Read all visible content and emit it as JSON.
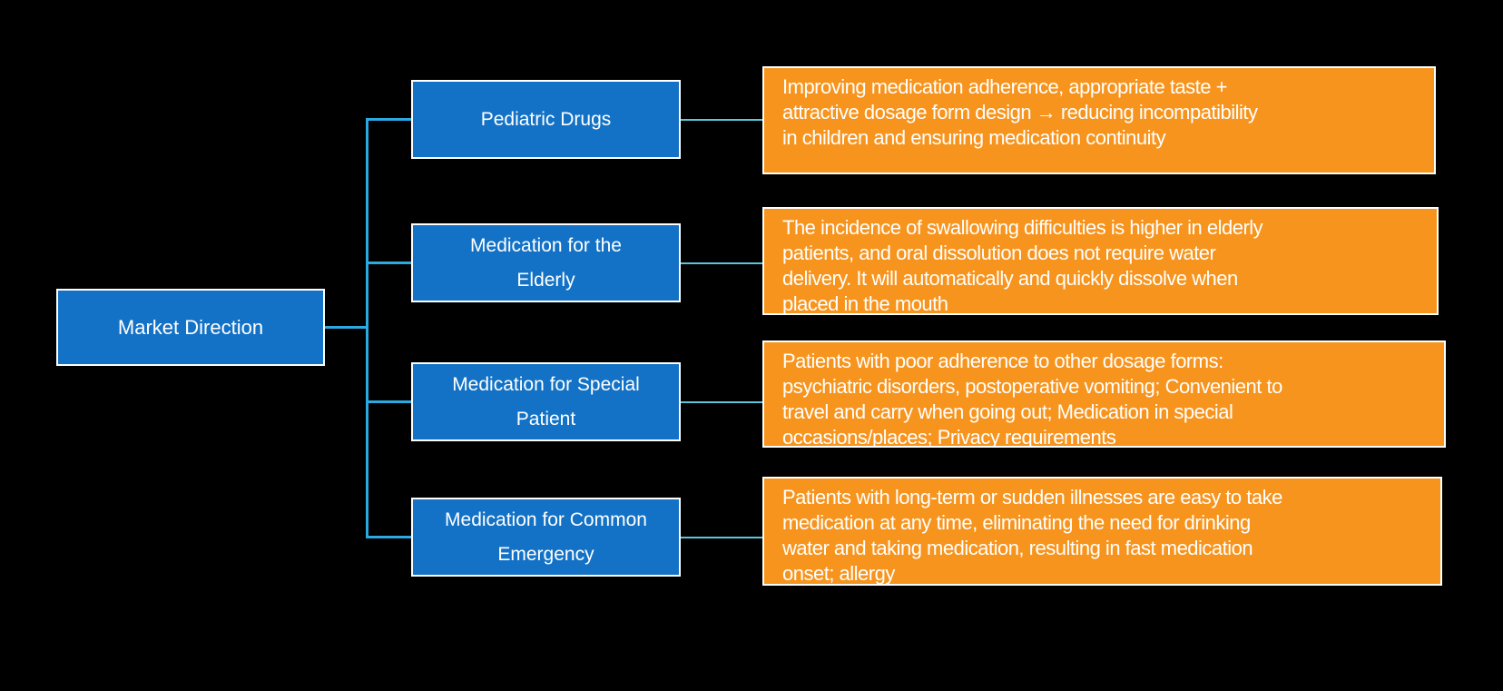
{
  "diagram": {
    "root": {
      "label": "Market Direction"
    },
    "branches": [
      {
        "label": [
          "Pediatric Drugs"
        ],
        "description": [
          "Improving medication adherence, appropriate taste +",
          "attractive dosage form design → reducing incompatibility",
          "in children and ensuring medication continuity"
        ]
      },
      {
        "label": [
          "Medication for the",
          "Elderly"
        ],
        "description": [
          "The incidence of swallowing difficulties is higher in elderly",
          "patients, and oral dissolution does not require water",
          "delivery. It will automatically and quickly dissolve when",
          "placed in the mouth"
        ]
      },
      {
        "label": [
          "Medication for Special",
          "Patient"
        ],
        "description": [
          "Patients with poor adherence to other dosage forms:",
          "psychiatric disorders, postoperative vomiting; Convenient to",
          "travel and carry when going out; Medication in special",
          "occasions/places; Privacy requirements"
        ]
      },
      {
        "label": [
          "Medication for Common",
          "Emergency"
        ],
        "description": [
          "Patients with long-term or sudden illnesses are easy to take",
          "medication at any time, eliminating the need for drinking",
          "water and taking medication, resulting in fast medication",
          "onset; allergy"
        ]
      }
    ],
    "colors": {
      "node_fill": "#1372c6",
      "description_fill": "#f7941d",
      "node_border": "#ffffff",
      "connector": "#2ca9e1",
      "connector_thin": "#5bc6dc",
      "background": "#000000",
      "text": "#ffffff"
    }
  }
}
